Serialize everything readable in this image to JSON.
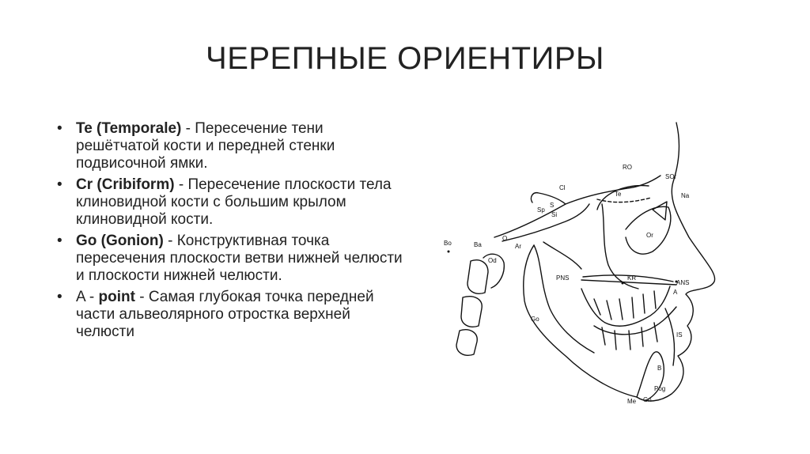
{
  "title": "ЧЕРЕПНЫЕ ОРИЕНТИРЫ",
  "bullets": [
    {
      "term": "Te (Temporale)",
      "text": " - Пересечение тени решётчатой кости и передней стенки подвисочной ямки."
    },
    {
      "term": "Cr (Cribiform)",
      "text": " - Пересечение плоскости тела клиновидной кости с большим крылом клиновидной кости."
    },
    {
      "term": "Go (Gonion)",
      "text": " - Конструктивная точка пересечения плоскости ветви нижней челюсти и плоскости нижней челюсти."
    },
    {
      "prefix": "A - ",
      "term": "point",
      "text": " - Самая глубокая точка передней части альвеолярного отростка верхней челюсти"
    }
  ],
  "diagram_labels": {
    "ro": "RO",
    "sor": "SOr",
    "na": "Na",
    "cl": "Cl",
    "te": "Te",
    "sp": "Sp",
    "s": "S",
    "si": "Si",
    "bo": "Bo",
    "ba": "Ba",
    "o": "O",
    "ar": "Ar",
    "od": "Od",
    "or": "Or",
    "pns": "PNS",
    "kr": "KR",
    "ans": "ANS",
    "a": "A",
    "go": "Go",
    "is": "IS",
    "b": "B",
    "pog": "Pog",
    "me": "Me",
    "gn": "Gn"
  }
}
